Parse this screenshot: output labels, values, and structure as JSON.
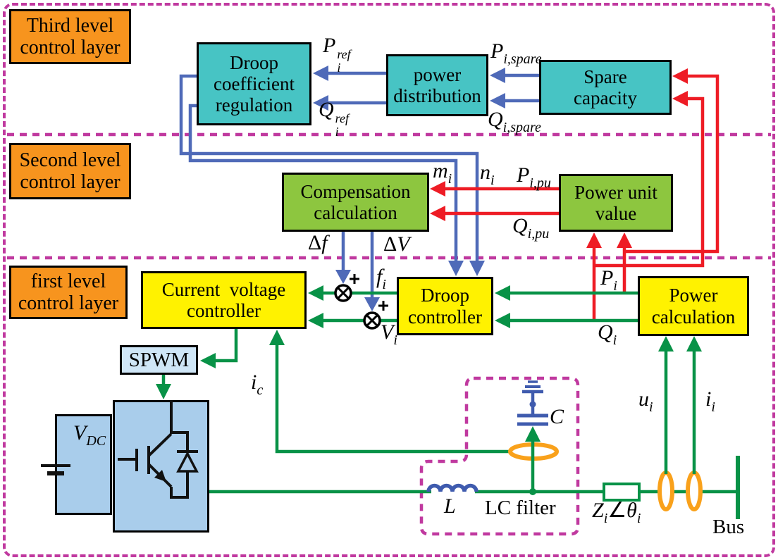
{
  "layer_labels": {
    "third": "Third level\ncontrol layer",
    "second": "Second level\ncontrol layer",
    "first": "first level\ncontrol layer"
  },
  "blocks": {
    "droop_coefficient_regulation": "Droop\ncoefficient\nregulation",
    "power_distribution": "power\ndistribution",
    "spare_capacity": "Spare\ncapacity",
    "compensation_calculation": "Compensation\ncalculation",
    "power_unit_value": "Power unit\nvalue",
    "current_voltage_controller": "Current  voltage\ncontroller",
    "droop_controller": "Droop\ncontroller",
    "power_calculation": "Power\ncalculation",
    "spwm": "SPWM"
  },
  "component_labels": {
    "lc_filter": "LC filter",
    "bus": "Bus"
  },
  "signals": {
    "p_ref": [
      {
        "t": "P",
        "sup": "ref",
        "sub": "i"
      }
    ],
    "q_ref": [
      {
        "t": "Q",
        "sup": "ref",
        "sub": "i"
      }
    ],
    "p_spare": [
      {
        "t": "P",
        "sub": "i,spare"
      }
    ],
    "q_spare": [
      {
        "t": "Q",
        "sub": "i,spare"
      }
    ],
    "m_i": [
      {
        "t": "m",
        "sub": "i"
      }
    ],
    "n_i": [
      {
        "t": "n",
        "sub": "i"
      }
    ],
    "p_pu": [
      {
        "t": "P",
        "sub": "i,pu"
      }
    ],
    "q_pu": [
      {
        "t": "Q",
        "sub": "i,pu"
      }
    ],
    "delta_f": [
      {
        "t": "Δ",
        "up": true
      },
      {
        "t": "f"
      }
    ],
    "delta_v": [
      {
        "t": "Δ",
        "up": true
      },
      {
        "t": "V"
      }
    ],
    "f_i": [
      {
        "t": "f",
        "sub": "i"
      }
    ],
    "v_i": [
      {
        "t": "V",
        "sub": "i"
      }
    ],
    "p_i": [
      {
        "t": "P",
        "sub": "i"
      }
    ],
    "q_i": [
      {
        "t": "Q",
        "sub": "i"
      }
    ],
    "i_c": [
      {
        "t": "i",
        "sub": "c"
      }
    ],
    "u_i": [
      {
        "t": "u",
        "sub": "i"
      }
    ],
    "i_i": [
      {
        "t": "i",
        "sub": "i"
      }
    ],
    "v_dc": [
      {
        "t": "V",
        "sub": "DC"
      }
    ],
    "z_theta": [
      {
        "t": "Z",
        "sub": "i"
      },
      {
        "t": "∠",
        "up": true
      },
      {
        "t": "θ",
        "sub": "i"
      }
    ],
    "inductor": [
      {
        "t": "L"
      }
    ],
    "capacitor": [
      {
        "t": "C"
      }
    ],
    "plus_1": "+",
    "plus_2": "+"
  },
  "colors": {
    "cyan_block": "#47C4C4",
    "green_block": "#8DC63F",
    "yellow_block": "#FFF200",
    "orange_block": "#F7941E",
    "inverter_blue": "#A9CDEB",
    "spwm_blue": "#CFE6F7",
    "line_green": "#089247",
    "line_red": "#EE1C25",
    "line_blue": "#4F6AB8",
    "dashed_magenta": "#C0399F",
    "sensor_orange": "#F9A11B",
    "component_blue": "#3F5BAE"
  }
}
